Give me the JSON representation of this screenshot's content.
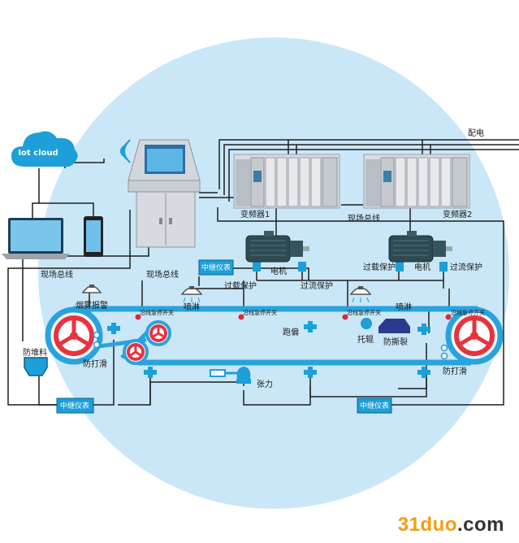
{
  "cloud": {
    "label": "Iot cloud"
  },
  "labels": {
    "power": "配电",
    "vfd1": "变频器1",
    "vfd2": "变频器2",
    "field_bus_center": "现场总线",
    "field_bus_left": "现场总线",
    "field_bus_mid": "现场总线",
    "relay_top": "中继仪表",
    "relay_bottom_left": "中继仪表",
    "relay_bottom_right": "中继仪表",
    "motor1": "电机",
    "motor2": "电机",
    "overload1": "过载保护",
    "overload2": "过载保护",
    "overcurrent1": "过流保护",
    "overcurrent2": "过流保护",
    "smoke_alarm": "烟雾报警",
    "spray1": "喷淋",
    "spray2": "喷淋",
    "estop1": "沿线急停开关",
    "estop2": "沿线急停开关",
    "estop3": "沿线急停开关",
    "estop4": "沿线急停开关",
    "pile_guard": "防堆料",
    "slip_guard_left": "防打滑",
    "slip_guard_right": "防打滑",
    "deviation": "跑偏",
    "idler": "托辊",
    "tear_guard": "防撕裂",
    "tension": "张力"
  },
  "watermark": {
    "num": "31duo",
    "rest": ".com"
  },
  "colors": {
    "circle_bg": "#c8e6f7",
    "line": "#1f1f1f",
    "belt": "#29a3dd",
    "pulley": "#e8333f",
    "device": "#1d9fd8",
    "panel": "#dfe3e8",
    "cabinet": "#d7dadd",
    "dot": "#d62b3a"
  }
}
